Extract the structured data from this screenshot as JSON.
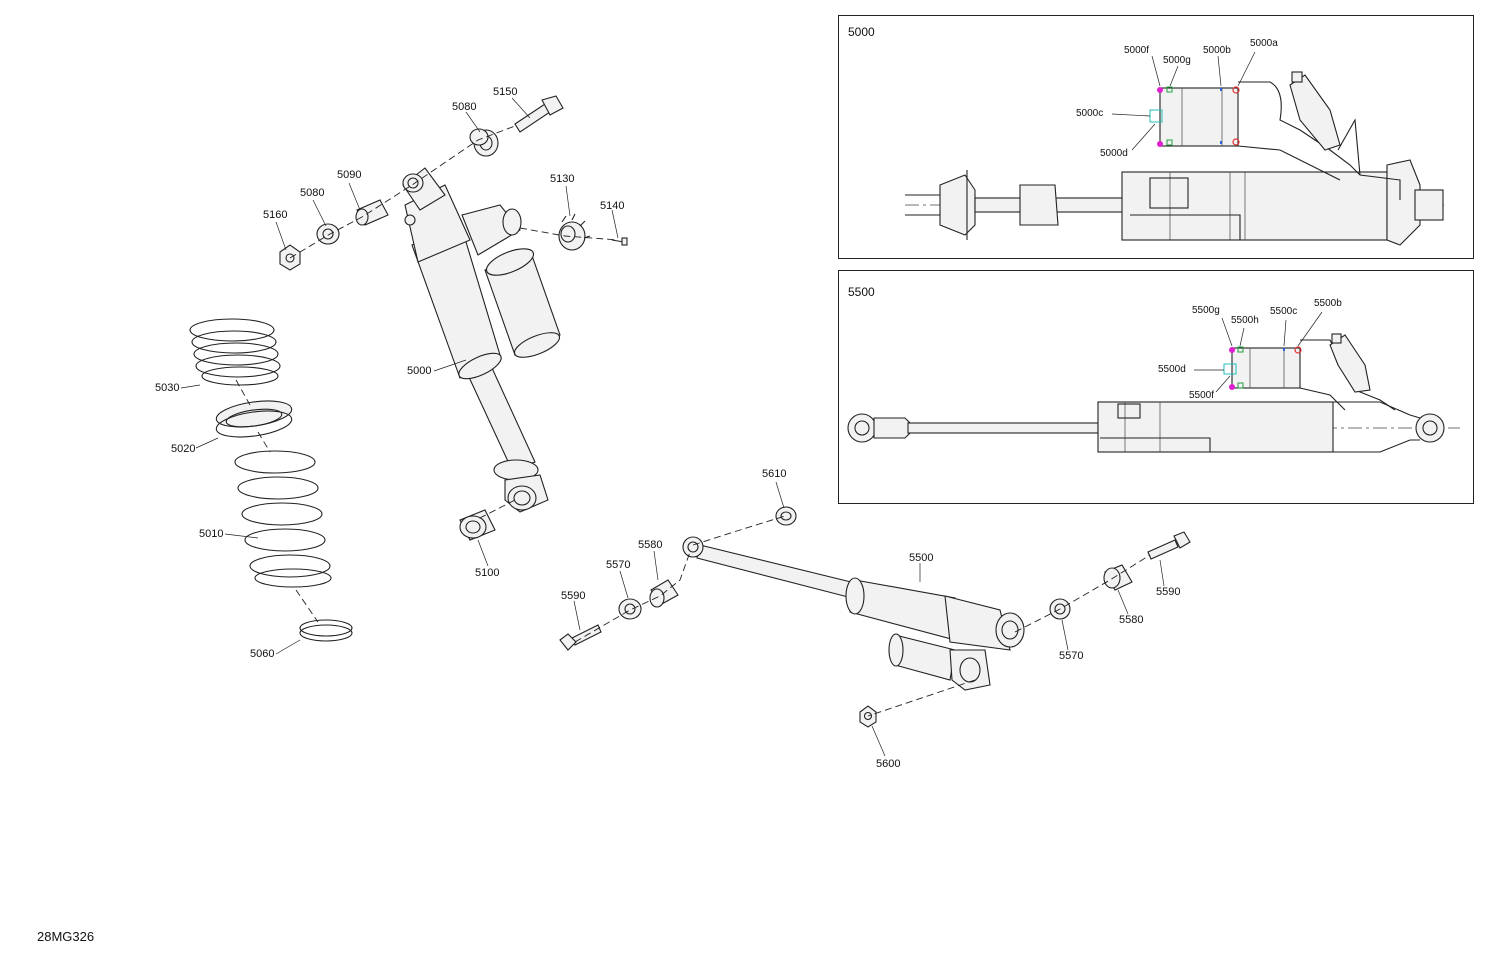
{
  "figure_id": "28MG326",
  "detail_panels": [
    {
      "title": "5000",
      "callouts": [
        "5000a",
        "5000b",
        "5000c",
        "5000d",
        "5000f",
        "5000g"
      ]
    },
    {
      "title": "5500",
      "callouts": [
        "5500b",
        "5500c",
        "5500d",
        "5500f",
        "5500g",
        "5500h"
      ]
    }
  ],
  "parts": {
    "p5000": "5000",
    "p5010": "5010",
    "p5020": "5020",
    "p5030": "5030",
    "p5060": "5060",
    "p5080a": "5080",
    "p5080b": "5080",
    "p5090": "5090",
    "p5100": "5100",
    "p5130": "5130",
    "p5140": "5140",
    "p5150": "5150",
    "p5160": "5160",
    "p5500": "5500",
    "p5570a": "5570",
    "p5570b": "5570",
    "p5580a": "5580",
    "p5580b": "5580",
    "p5590a": "5590",
    "p5590b": "5590",
    "p5600": "5600",
    "p5610": "5610"
  },
  "colors": {
    "line": "#222222",
    "fill": "#f2f2f2",
    "shade": "#dcdcdc",
    "magenta": "#e020d0",
    "green": "#20a040",
    "cyan": "#20c0c0",
    "orange": "#f08020",
    "red": "#e03030",
    "blue": "#3060e0"
  }
}
